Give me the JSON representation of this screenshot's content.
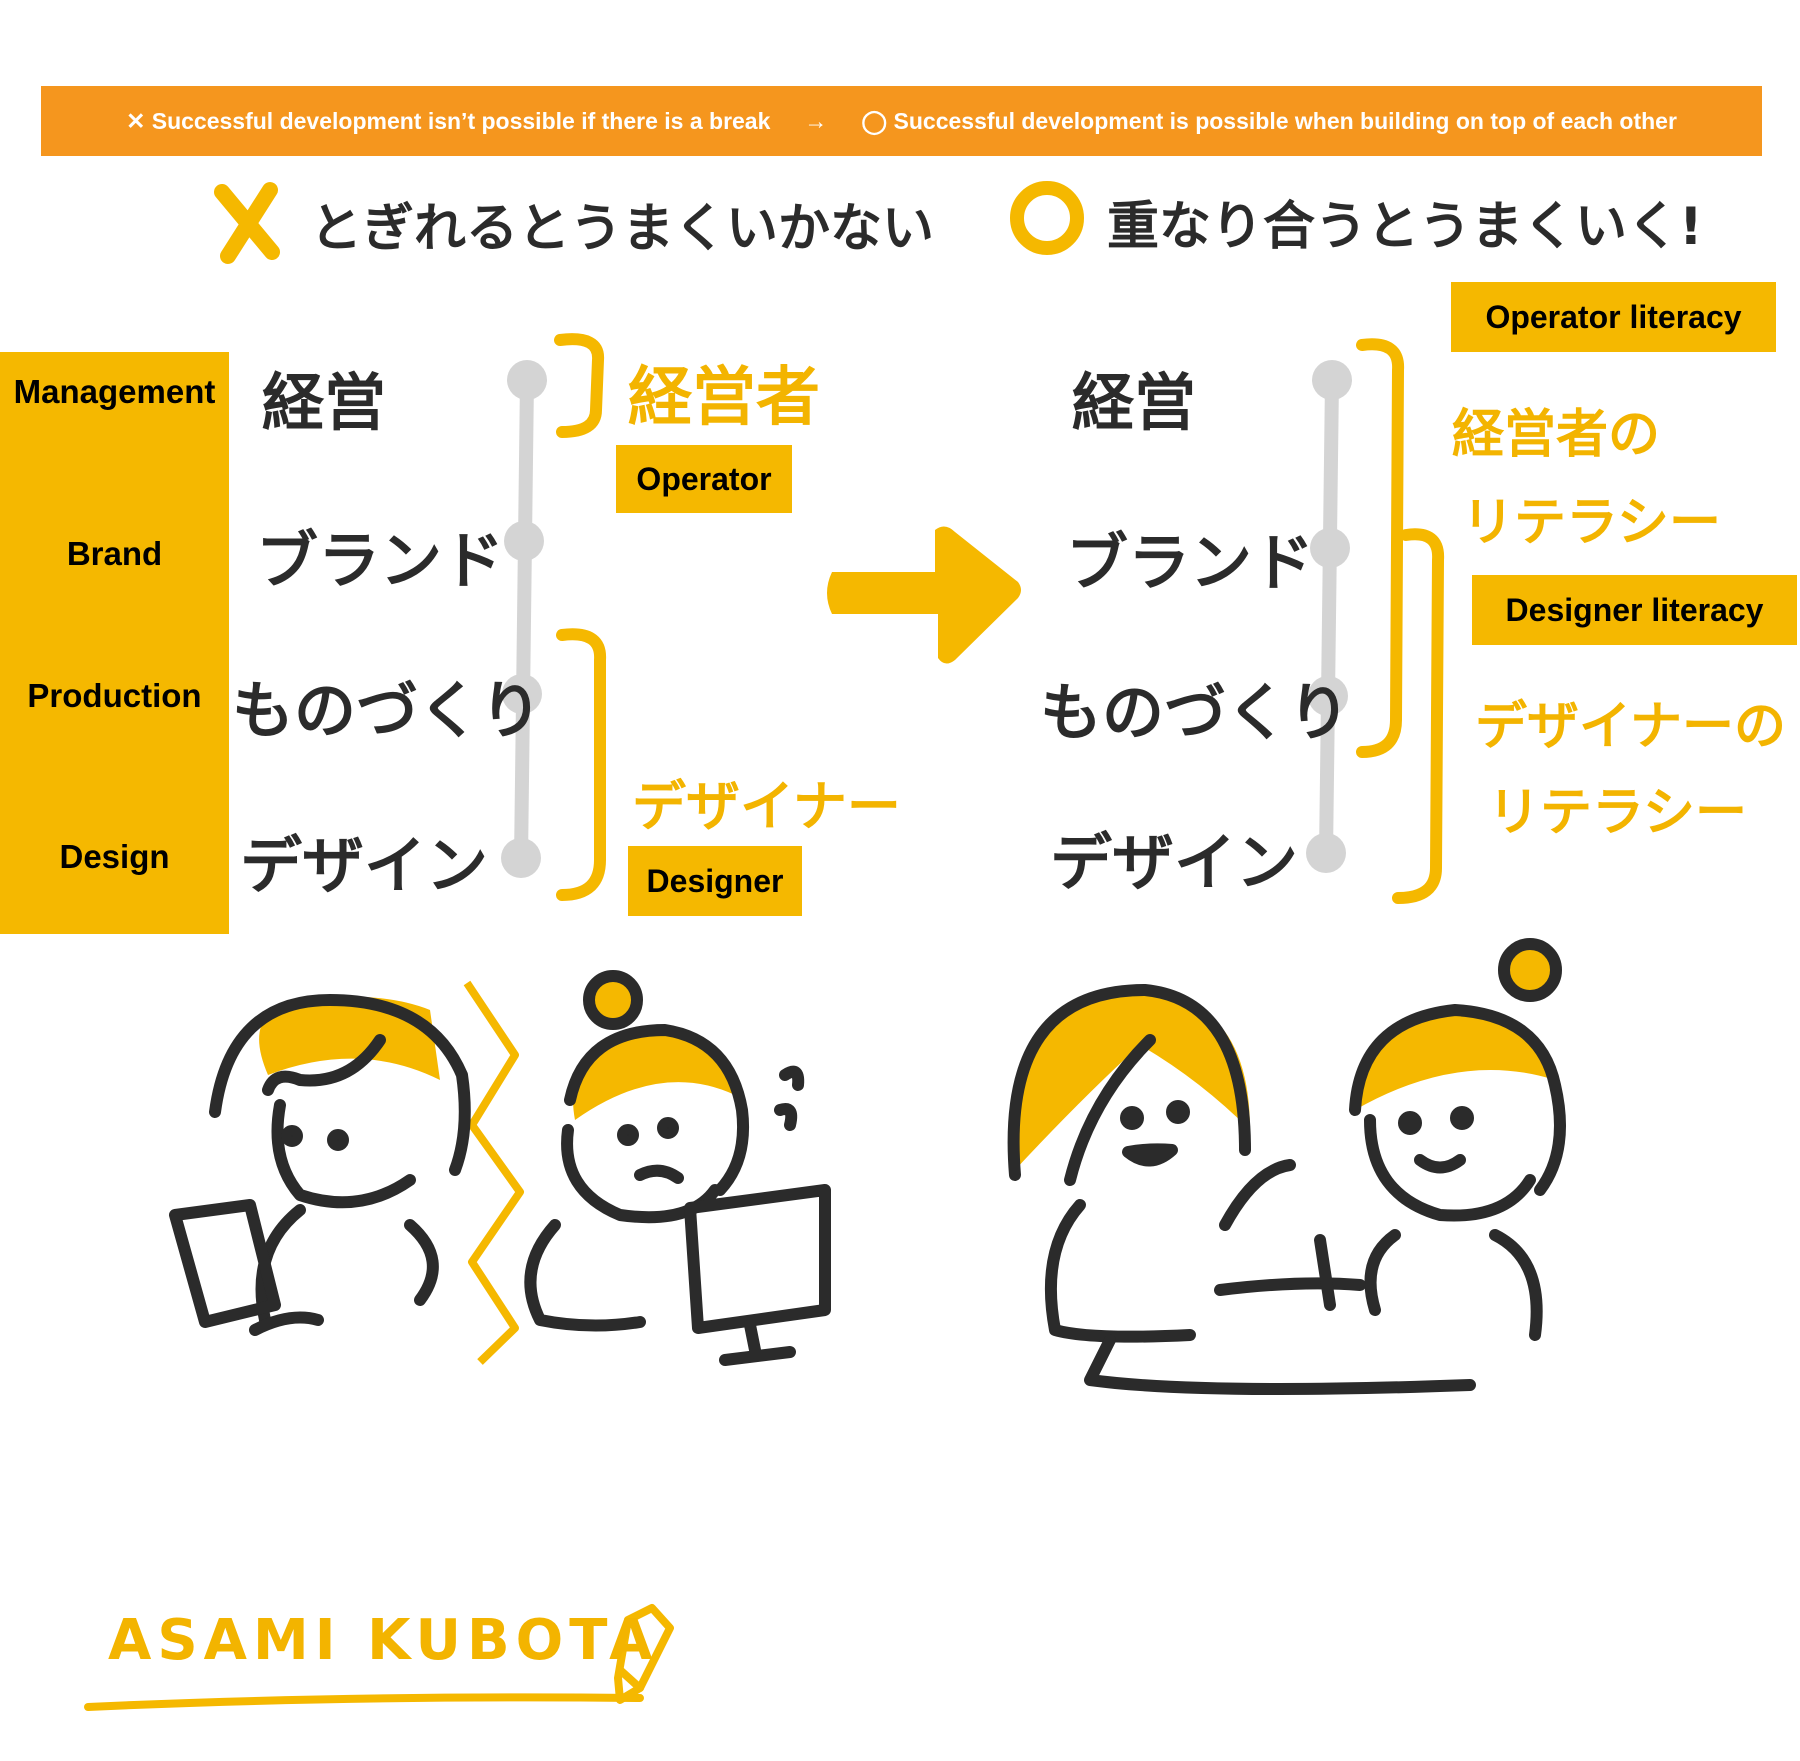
{
  "banner": {
    "left": "✕ Successful development isn’t possible if there is a break",
    "arrow": "→",
    "right": "◯ Successful development is possible when building on top of each other"
  },
  "left_panel": {
    "heading": "とぎれるとうまくいかない",
    "side_labels": [
      "Management",
      "Brand",
      "Production",
      "Design"
    ],
    "stages": [
      "経営",
      "ブランド",
      "ものづくり",
      "デザイン"
    ],
    "operator_jp": "経営者",
    "operator_en": "Operator",
    "designer_jp": "デザイナー",
    "designer_en": "Designer"
  },
  "right_panel": {
    "heading": "重なり合うとうまくいく!",
    "stages": [
      "経営",
      "ブランド",
      "ものづくり",
      "デザイン"
    ],
    "operator_literacy_en": "Operator literacy",
    "operator_literacy_jp": [
      "経営者の",
      "リテラシー"
    ],
    "designer_literacy_en": "Designer literacy",
    "designer_literacy_jp": [
      "デザイナーの",
      "リテラシー"
    ]
  },
  "signature": "ASAMI KUBOTA",
  "colors": {
    "banner": "#f5961e",
    "accent": "#f5b800",
    "ink": "#2b2b2b",
    "rail": "#d4d4d4"
  }
}
